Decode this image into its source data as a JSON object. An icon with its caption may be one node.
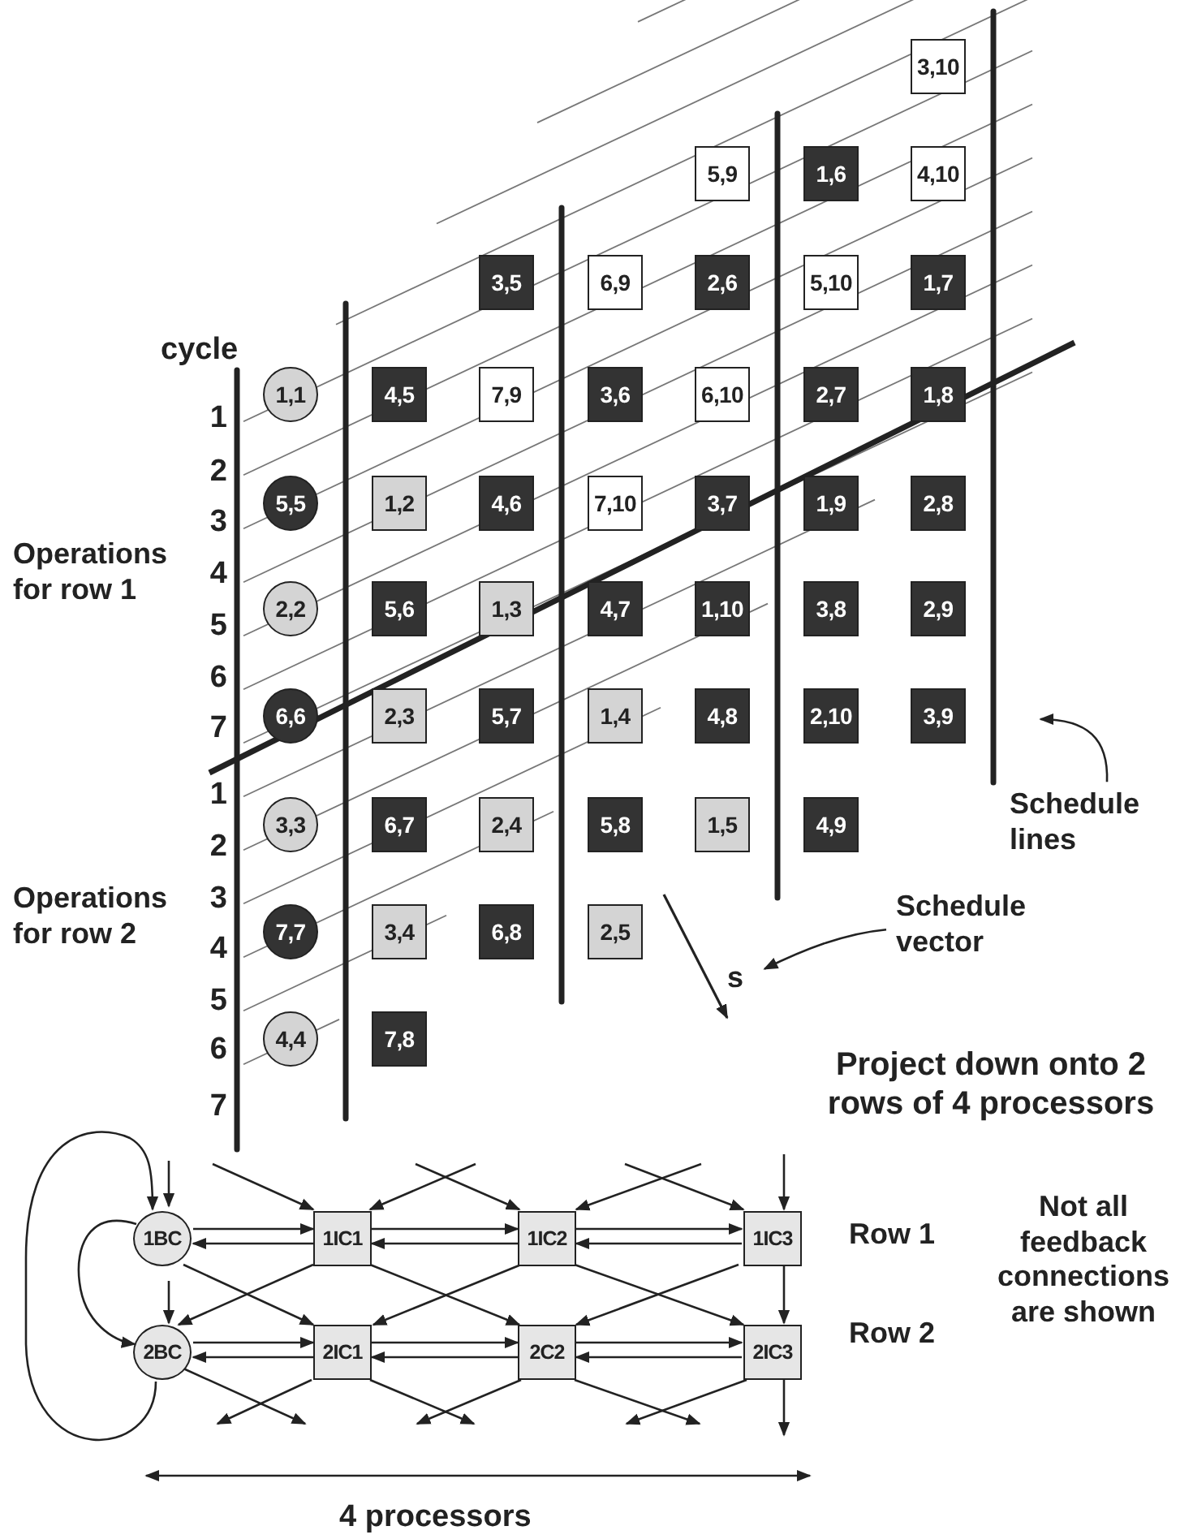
{
  "diagram": {
    "nodes": [
      {
        "text": [
          "3,10"
        ]
      },
      {
        "text": [
          "5,9"
        ]
      },
      {
        "text": [
          "1,6"
        ]
      },
      {
        "text": [
          "4,10"
        ]
      },
      {
        "text": [
          "3,5"
        ]
      },
      {
        "text": [
          "6,9"
        ]
      },
      {
        "text": [
          "2,6"
        ]
      },
      {
        "text": [
          "5,10"
        ]
      },
      {
        "text": [
          "1,7"
        ]
      },
      {
        "text": [
          "1,1"
        ]
      },
      {
        "text": [
          "4,5"
        ]
      },
      {
        "text": [
          "7,9"
        ]
      },
      {
        "text": [
          "3,6"
        ]
      },
      {
        "text": [
          "6,10"
        ]
      },
      {
        "text": [
          "2,7"
        ]
      },
      {
        "text": [
          "1,8"
        ]
      },
      {
        "text": [
          "5,5"
        ]
      },
      {
        "text": [
          "1,2"
        ]
      },
      {
        "text": [
          "4,6"
        ]
      },
      {
        "text": [
          "7,10"
        ]
      },
      {
        "text": [
          "3,7"
        ]
      },
      {
        "text": [
          "1,9"
        ]
      },
      {
        "text": [
          "2,8"
        ]
      },
      {
        "text": [
          "2,2"
        ]
      },
      {
        "text": [
          "5,6"
        ]
      },
      {
        "text": [
          "1,3"
        ]
      },
      {
        "text": [
          "4,7"
        ]
      },
      {
        "text": [
          "1,10"
        ]
      },
      {
        "text": [
          "3,8"
        ]
      },
      {
        "text": [
          "2,9"
        ]
      },
      {
        "text": [
          "6,6"
        ]
      },
      {
        "text": [
          "2,3"
        ]
      },
      {
        "text": [
          "5,7"
        ]
      },
      {
        "text": [
          "1,4"
        ]
      },
      {
        "text": [
          "4,8"
        ]
      },
      {
        "text": [
          "2,10"
        ]
      },
      {
        "text": [
          "3,9"
        ]
      },
      {
        "text": [
          "3,3"
        ]
      },
      {
        "text": [
          "6,7"
        ]
      },
      {
        "text": [
          "2,4"
        ]
      },
      {
        "text": [
          "5,8"
        ]
      },
      {
        "text": [
          "1,5"
        ]
      },
      {
        "text": [
          "4,9"
        ]
      },
      {
        "text": [
          "7,7"
        ]
      },
      {
        "text": [
          "3,4"
        ]
      },
      {
        "text": [
          "6,8"
        ]
      },
      {
        "text": [
          "2,5"
        ]
      },
      {
        "text": [
          "4,4"
        ]
      },
      {
        "text": [
          "7,8"
        ]
      },
      {
        "text": [
          "Schedule lines"
        ]
      },
      {
        "text": [
          "Schedule vector"
        ]
      },
      {
        "text": [
          "s"
        ]
      },
      {
        "text": [
          "1BC"
        ]
      },
      {
        "text": [
          "1IC1"
        ]
      },
      {
        "text": [
          "1IC2"
        ]
      },
      {
        "text": [
          "1IC3"
        ]
      },
      {
        "text": [
          "2BC"
        ]
      },
      {
        "text": [
          "2IC1"
        ]
      },
      {
        "text": [
          "2C2"
        ]
      },
      {
        "text": [
          "2IC3"
        ]
      }
    ],
    "edges": [
      {
        "from": 49,
        "to": null,
        "arrow": "to"
      },
      {
        "from": 50,
        "to": 51,
        "arrow": "to"
      },
      {
        "from": null,
        "to": 52,
        "arrow": "to"
      },
      {
        "from": null,
        "to": 53,
        "arrow": "to"
      },
      {
        "from": null,
        "to": 53,
        "arrow": "to"
      },
      {
        "from": null,
        "to": 54,
        "arrow": "to"
      },
      {
        "from": null,
        "to": 54,
        "arrow": "to"
      },
      {
        "from": null,
        "to": 55,
        "arrow": "to"
      },
      {
        "from": null,
        "to": 55,
        "arrow": "to"
      },
      {
        "from": 52,
        "to": 53,
        "arrow": "to"
      },
      {
        "from": 53,
        "to": 52,
        "arrow": "to"
      },
      {
        "from": 53,
        "to": 54,
        "arrow": "to"
      },
      {
        "from": 54,
        "to": 53,
        "arrow": "to"
      },
      {
        "from": 54,
        "to": 55,
        "arrow": "to"
      },
      {
        "from": 55,
        "to": 54,
        "arrow": "to"
      },
      {
        "from": 52,
        "to": 56,
        "arrow": "to"
      },
      {
        "from": 52,
        "to": 56,
        "arrow": "to"
      },
      {
        "from": 56,
        "to": 52,
        "arrow": "to"
      },
      {
        "from": 52,
        "to": 57,
        "arrow": "to"
      },
      {
        "from": 53,
        "to": 56,
        "arrow": "to"
      },
      {
        "from": 53,
        "to": 58,
        "arrow": "to"
      },
      {
        "from": 54,
        "to": 57,
        "arrow": "to"
      },
      {
        "from": 54,
        "to": 59,
        "arrow": "to"
      },
      {
        "from": 55,
        "to": 58,
        "arrow": "to"
      },
      {
        "from": 55,
        "to": 59,
        "arrow": "to"
      },
      {
        "from": 56,
        "to": 57,
        "arrow": "to"
      },
      {
        "from": 57,
        "to": 56,
        "arrow": "to"
      },
      {
        "from": 57,
        "to": 58,
        "arrow": "to"
      },
      {
        "from": 58,
        "to": 57,
        "arrow": "to"
      },
      {
        "from": 58,
        "to": 59,
        "arrow": "to"
      },
      {
        "from": 59,
        "to": 58,
        "arrow": "to"
      },
      {
        "from": 56,
        "to": null,
        "arrow": "to"
      },
      {
        "from": 57,
        "to": null,
        "arrow": "to"
      },
      {
        "from": 57,
        "to": null,
        "arrow": "to"
      },
      {
        "from": 58,
        "to": null,
        "arrow": "to"
      },
      {
        "from": 58,
        "to": null,
        "arrow": "to"
      },
      {
        "from": 59,
        "to": null,
        "arrow": "to"
      },
      {
        "from": 59,
        "to": null,
        "arrow": "to"
      }
    ],
    "labels": [
      "cycle",
      "1",
      "2",
      "3",
      "4",
      "5",
      "6",
      "7",
      "Operations for row 1",
      "1",
      "2",
      "3",
      "4",
      "5",
      "6",
      "7",
      "Operations for row 2",
      "Project down onto 2 rows of 4 processors",
      "Row 1",
      "Not all feedback connections are shown",
      "Row 2",
      "4 processors"
    ]
  }
}
